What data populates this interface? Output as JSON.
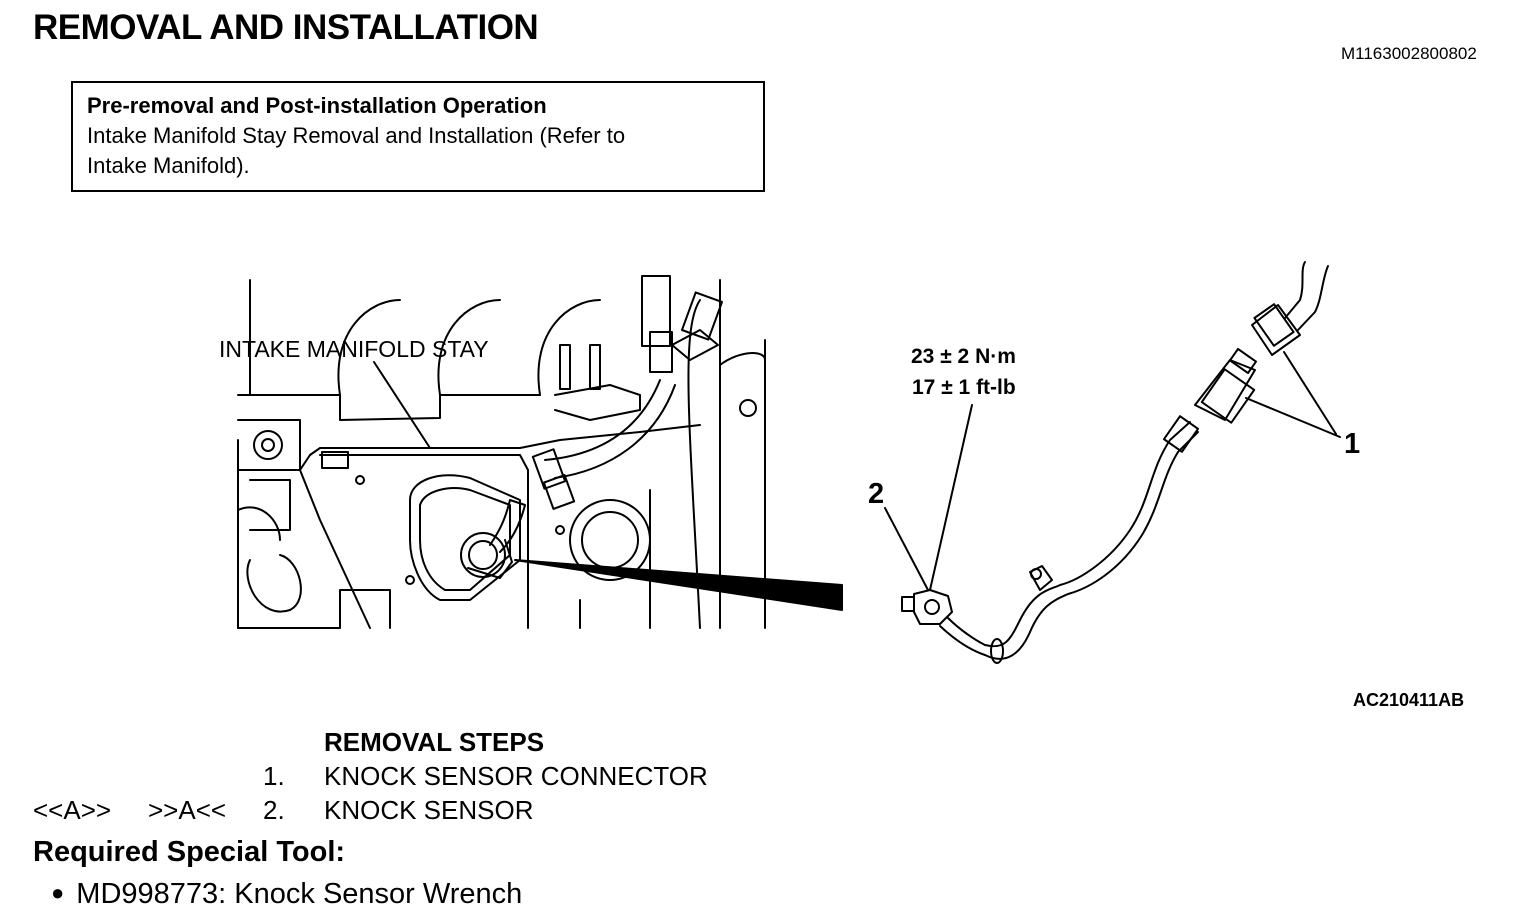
{
  "document": {
    "title": "REMOVAL AND INSTALLATION",
    "doc_id": "M1163002800802"
  },
  "pre_operation": {
    "heading": "Pre-removal and Post-installation Operation",
    "body": "Intake Manifold Stay Removal and Installation (Refer to Intake Manifold)."
  },
  "figure": {
    "label_stay": "INTAKE MANIFOLD STAY",
    "torque_nm": "23 ± 2 N·m",
    "torque_ftlb": "17 ± 1 ft-lb",
    "callout_1": "1",
    "callout_2": "2",
    "figure_id": "AC210411AB"
  },
  "removal_steps": {
    "heading": "REMOVAL STEPS",
    "items": [
      {
        "number": "1.",
        "removal_note": "",
        "install_note": "",
        "label": "KNOCK SENSOR CONNECTOR"
      },
      {
        "number": "2.",
        "removal_note": "<<A>>",
        "install_note": ">>A<<",
        "label": "KNOCK SENSOR"
      }
    ]
  },
  "special_tool": {
    "heading": "Required Special Tool:",
    "items": [
      {
        "label": "MD998773: Knock Sensor Wrench"
      }
    ]
  }
}
